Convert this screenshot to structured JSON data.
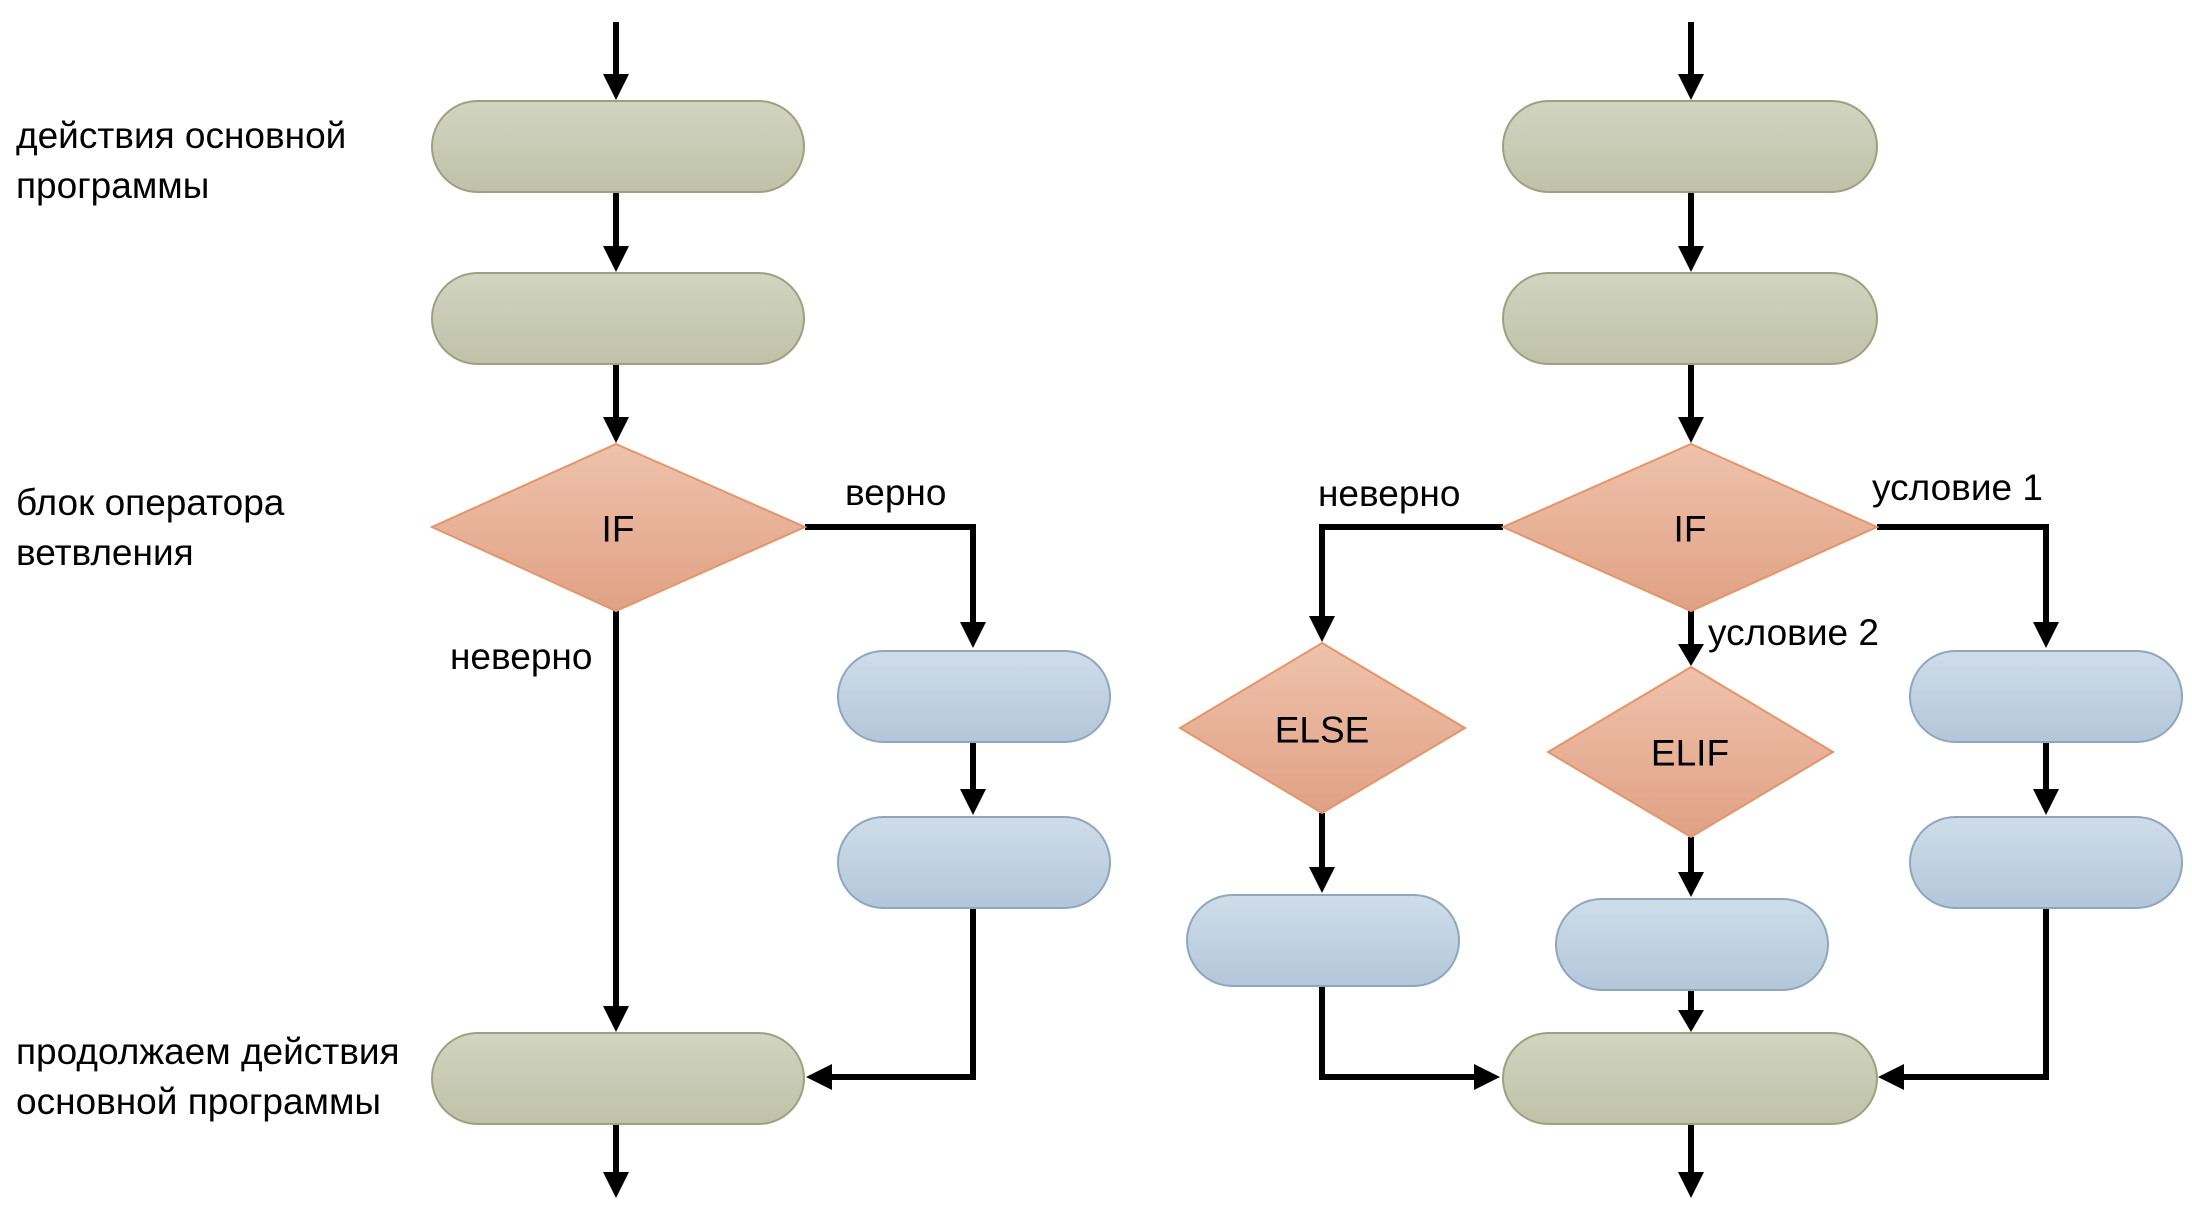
{
  "side_labels": {
    "main_actions": [
      "действия основной",
      "программы"
    ],
    "branch_block": [
      "блок оператора",
      "ветвления"
    ],
    "continue_actions": [
      "продолжаем действия",
      "основной программы"
    ]
  },
  "left_diagram": {
    "decision": "IF",
    "true_label": "верно",
    "false_label": "неверно"
  },
  "right_diagram": {
    "decision": "IF",
    "else_decision": "ELSE",
    "elif_decision": "ELIF",
    "else_label": "неверно",
    "condition1_label": "условие 1",
    "condition2_label": "условие 2"
  },
  "colors": {
    "process_olive_top": "#d1d5c1",
    "process_olive_bottom": "#bfc2a8",
    "process_olive_stroke": "#9ea07f",
    "process_blue_top": "#d0dde9",
    "process_blue_bottom": "#b3c6da",
    "process_blue_stroke": "#8ea6c0",
    "decision_top": "#efc2ab",
    "decision_bottom": "#e0a185",
    "decision_stroke": "#e3956c",
    "line": "#000000"
  }
}
